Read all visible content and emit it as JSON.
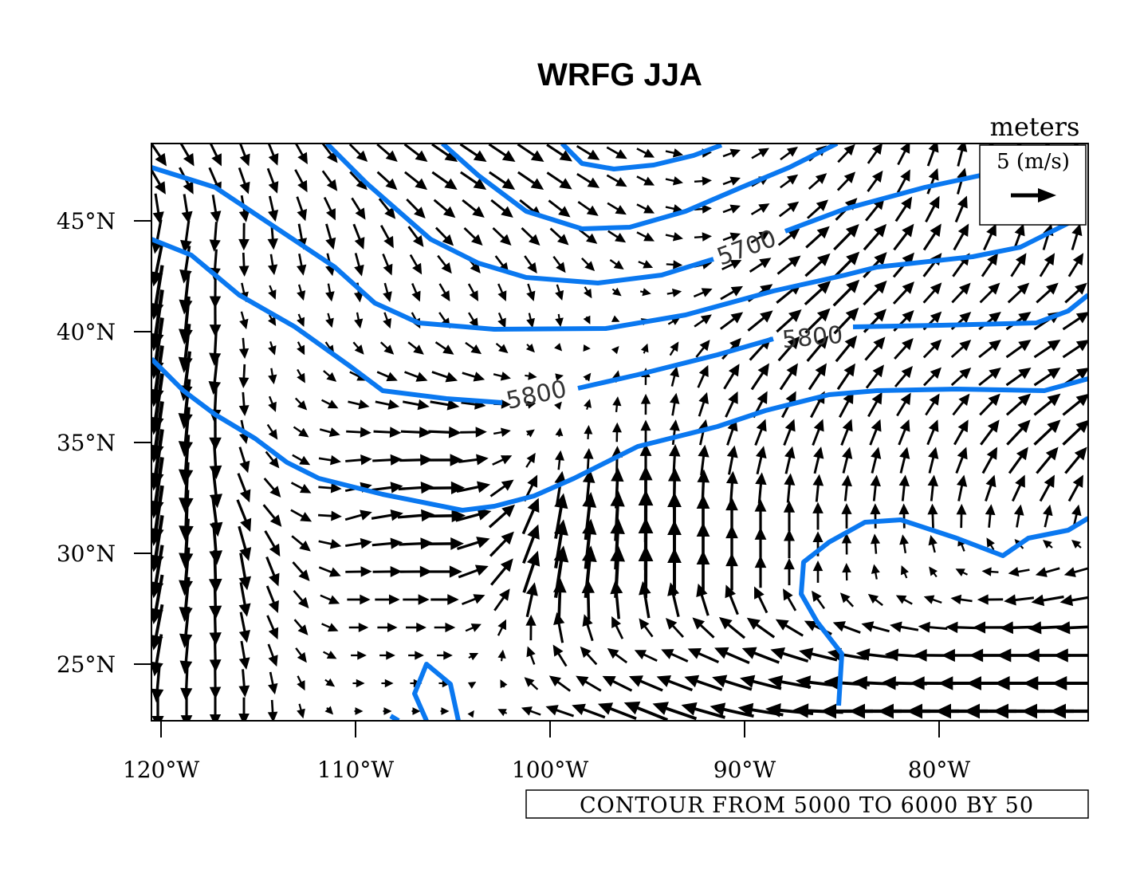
{
  "title": "WRFG JJA",
  "units_label": "meters",
  "reference_vector": {
    "label": "5 (m/s)",
    "magnitude": 5
  },
  "footer": "CONTOUR FROM 5000 TO 6000 BY 50",
  "contour_color": "#0a78f0",
  "chart_data": {
    "type": "map-contour-vector",
    "title": "WRFG JJA",
    "x_ticks": [
      "120°W",
      "110°W",
      "100°W",
      "90°W",
      "80°W"
    ],
    "x_tick_values": [
      -120,
      -110,
      -100,
      -90,
      -80
    ],
    "y_ticks": [
      "45°N",
      "40°N",
      "35°N",
      "30°N",
      "25°N"
    ],
    "y_tick_values": [
      45,
      40,
      35,
      30,
      25
    ],
    "lon_range": [
      -120.5,
      -72.5
    ],
    "lat_range": [
      22.5,
      48.5
    ],
    "contour_levels": [
      5000,
      6000,
      50
    ],
    "contour_labels": [
      "5700",
      "5800",
      "5800"
    ],
    "wind_grid": {
      "lons": [
        -120,
        -115,
        -110,
        -105,
        -100,
        -95,
        -90,
        -85,
        -80,
        -75
      ],
      "lats": [
        47,
        44,
        41,
        38,
        35,
        32,
        29,
        26,
        23
      ],
      "u": [
        [
          2,
          1,
          2,
          3,
          3,
          2,
          2,
          2,
          1,
          0
        ],
        [
          -1,
          0,
          1,
          2,
          2,
          2,
          2,
          3,
          2,
          1
        ],
        [
          -1,
          1,
          0,
          1,
          0,
          1,
          3,
          3,
          2,
          3
        ],
        [
          -1,
          0,
          2,
          3,
          1,
          0,
          2,
          2,
          2,
          3
        ],
        [
          -1,
          1,
          3,
          4,
          0,
          0,
          1,
          1,
          1,
          3
        ],
        [
          -1,
          2,
          3,
          5,
          1,
          0,
          0,
          0,
          0,
          1
        ],
        [
          -1,
          1,
          3,
          4,
          1,
          0,
          0,
          0,
          -1,
          -3
        ],
        [
          -1,
          1,
          2,
          2,
          -1,
          -2,
          -4,
          -4,
          -4,
          -5
        ],
        [
          0,
          0,
          1,
          1,
          -3,
          -5,
          -5,
          -6,
          -6,
          -6
        ]
      ],
      "v": [
        [
          -3,
          -3,
          -2,
          -2,
          -2,
          -1,
          1,
          2,
          3,
          3
        ],
        [
          -4,
          -3,
          -3,
          -2,
          -2,
          -1,
          1,
          3,
          3,
          3
        ],
        [
          -7,
          -1,
          -2,
          -2,
          -2,
          0,
          2,
          3,
          2,
          2
        ],
        [
          -7,
          -2,
          -1,
          -1,
          0,
          2,
          3,
          3,
          2,
          2
        ],
        [
          -7,
          -2,
          0,
          0,
          1,
          3,
          3,
          3,
          3,
          3
        ],
        [
          -7,
          -3,
          1,
          0,
          5,
          6,
          4,
          3,
          3,
          3
        ],
        [
          -6,
          -4,
          0,
          0,
          6,
          6,
          4,
          2,
          1,
          -1
        ],
        [
          -5,
          -3,
          0,
          0,
          3,
          1,
          2,
          1,
          0,
          0
        ],
        [
          -4,
          -3,
          0,
          0,
          1,
          2,
          1,
          0,
          0,
          0
        ]
      ]
    }
  }
}
